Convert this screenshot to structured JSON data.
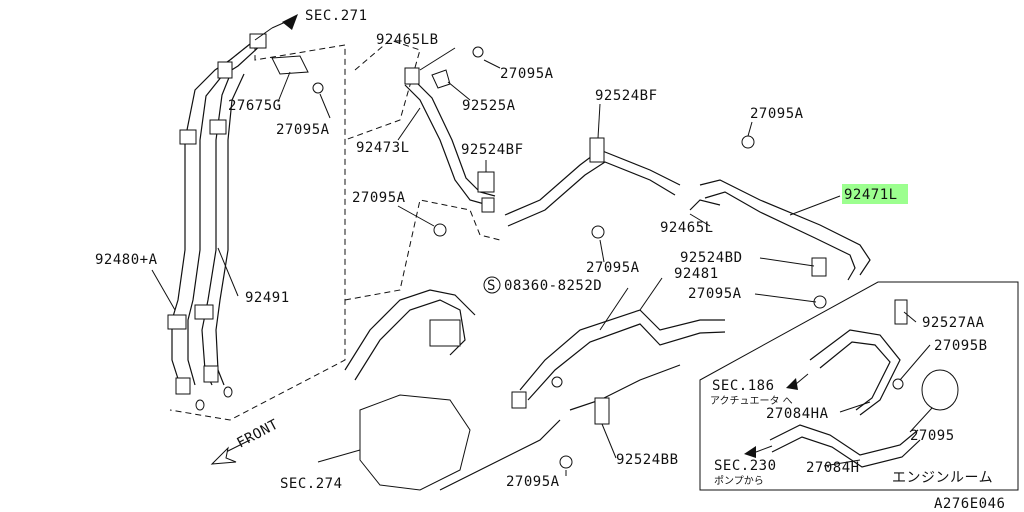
{
  "labels": {
    "sec271": "SEC.271",
    "p92465lb": "92465LB",
    "p27095a_1": "27095A",
    "p27675g": "27675G",
    "p92525a": "92525A",
    "p27095a_2": "27095A",
    "p92473l": "92473L",
    "p92524bf_1": "92524BF",
    "p92524bf_2": "92524BF",
    "p27095a_3": "27095A",
    "p27095a_4": "27095A",
    "p92471l": "92471L",
    "p92465l": "92465L",
    "p92524bd": "92524BD",
    "p27095a_5": "27095A",
    "p92480a": "92480+A",
    "p92491": "92491",
    "p08360": "08360-8252D",
    "s_mark": "S",
    "p92481": "92481",
    "p27095a_6": "27095A",
    "p92527aa": "92527AA",
    "p27095b": "27095B",
    "sec186": "SEC.186",
    "sec186_sub": "アクチュエータ へ",
    "p27084ha": "27084HA",
    "p27095": "27095",
    "front": "FRONT",
    "sec274": "SEC.274",
    "p27095a_7": "27095A",
    "p92524bb": "92524BB",
    "sec230": "SEC.230",
    "sec230_sub": "ポンプから",
    "p27084h": "27084H",
    "engine_room": "エンジンルーム",
    "fig_code": "A276E046"
  },
  "highlight_color": "#9cff8f"
}
